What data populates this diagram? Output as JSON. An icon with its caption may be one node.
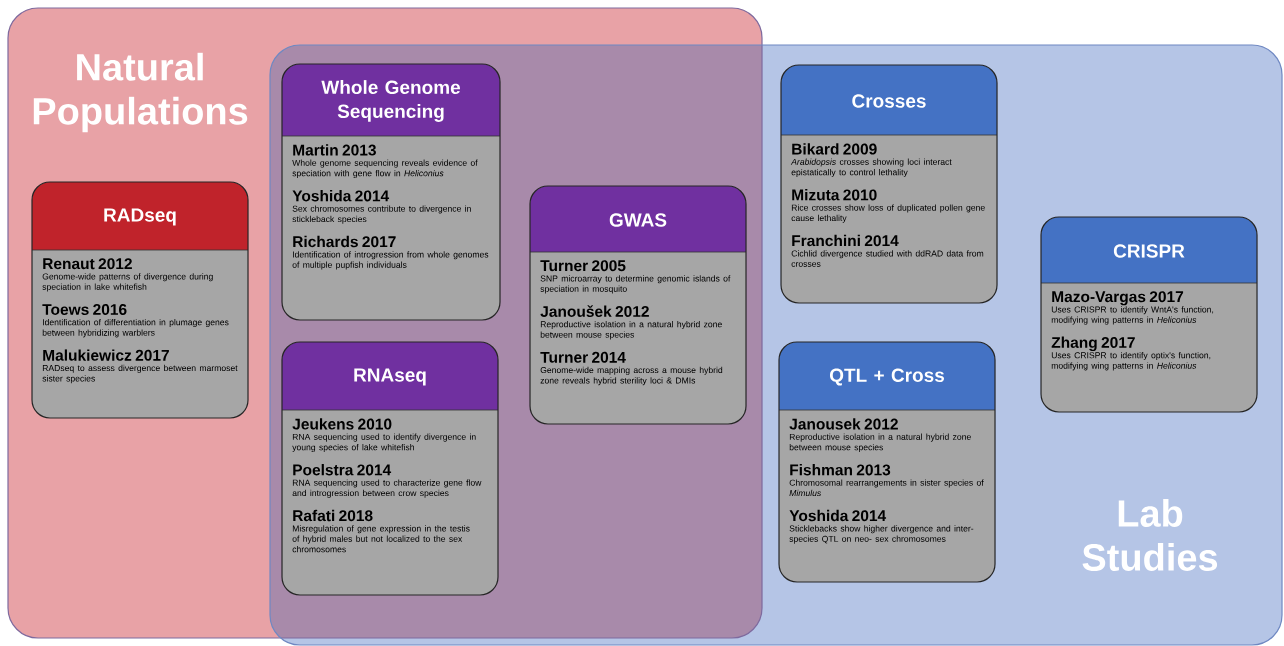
{
  "diagram": {
    "nodes": [
      {
        "text": [
          "Natural Populations"
        ]
      },
      {
        "text": [
          "Lab Studies"
        ]
      },
      {
        "text": [
          "RADseq",
          "Renaut 2012",
          "Genome-wide patterns of divergence during speciation in lake whitefish",
          "Toews 2016",
          "Identification of differentiation in plumage genes between hybridizing warblers",
          "Malukiewicz 2017",
          "RADseq to assess divergence between marmoset sister species"
        ],
        "in": 0
      },
      {
        "text": [
          "Whole Genome Sequencing",
          "Martin 2013",
          "Whole genome sequencing reveals evidence of speciation with gene flow in *Heliconius*",
          "Yoshida 2014",
          "Sex chromosomes contribute to divergence in stickleback species",
          "Richards 2017",
          "Identification of introgression from whole genomes of multiple pupfish individuals"
        ]
      },
      {
        "text": [
          "RNAseq",
          "Jeukens 2010",
          "RNA sequencing used to identify divergence in young species of lake whitefish",
          "Poelstra 2014",
          "RNA sequencing used to characterize gene flow and introgression between crow species",
          "Rafati 2018",
          "Misregulation of gene expression in the testis of hybrid males but not localized to the sex chromosomes"
        ]
      },
      {
        "text": [
          "GWAS",
          "Turner 2005",
          "SNP microarray to determine genomic islands of speciation in mosquito",
          "Janoušek 2012",
          "Reproductive isolation in a natural hybrid zone between mouse species",
          "Turner 2014",
          "Genome-wide mapping across a mouse hybrid zone reveals hybrid sterility loci & DMIs"
        ]
      },
      {
        "text": [
          "Crosses",
          "Bikard 2009",
          "*Arabidopsis* crosses showing loci interact epistatically to control lethality",
          "Mizuta 2010",
          "Rice crosses show loss of duplicated pollen gene cause lethality",
          "Franchini 2014",
          "Cichlid divergence studied with ddRAD data from crosses"
        ],
        "in": 1
      },
      {
        "text": [
          "QTL + Cross",
          "Janousek 2012",
          "Reproductive isolation in a natural hybrid zone between mouse species",
          "Fishman 2013",
          "Chromosomal rearrangements in sister species of *Mimulus*",
          "Yoshida 2014",
          "Sticklebacks show higher divergence and inter-species QTL on neo- sex chromosomes"
        ],
        "in": 1
      },
      {
        "text": [
          "CRISPR",
          "Mazo-Vargas 2017",
          "Uses CRISPR to identify WntA's function, modifying wing patterns in *Heliconius*",
          "Zhang 2017",
          "Uses CRISPR to identify optix's function, modifying wing patterns in *Heliconius*"
        ],
        "in": 1
      }
    ]
  }
}
